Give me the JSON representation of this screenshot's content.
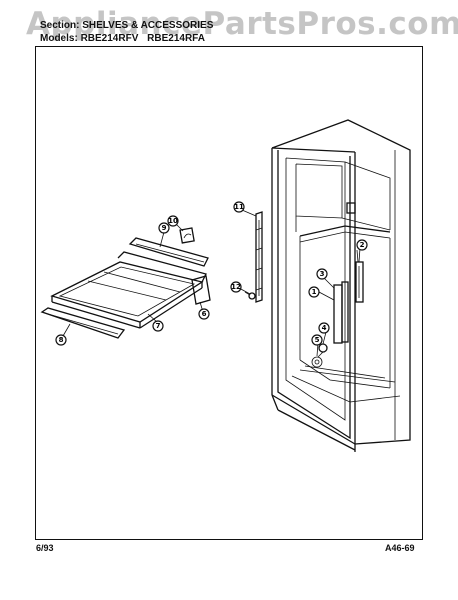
{
  "watermark": "AppliancePartsPros.com",
  "header": {
    "section_line": "Section: SHELVES & ACCESSORIES",
    "models_label": "Models:",
    "model_1": "RBE214RFV",
    "model_2": "RBE214RFA"
  },
  "footer": {
    "date": "6/93",
    "code": "A46-69"
  },
  "callouts": [
    "1",
    "2",
    "3",
    "4",
    "5",
    "6",
    "7",
    "8",
    "9",
    "10",
    "11",
    "12"
  ]
}
